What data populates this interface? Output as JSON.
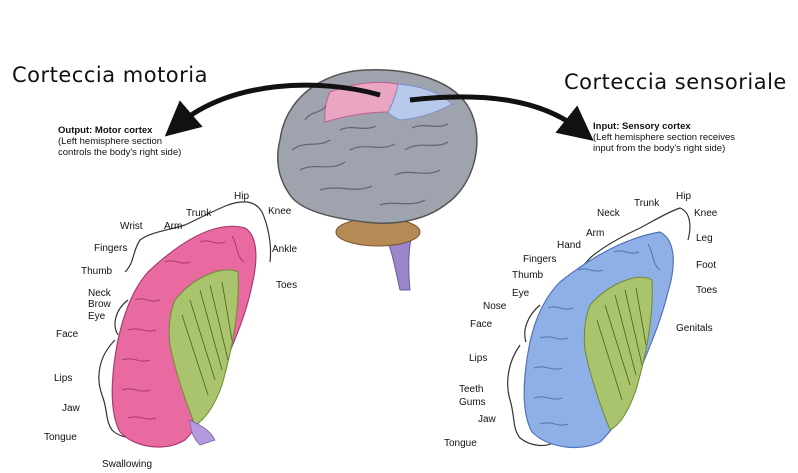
{
  "titles": {
    "motor": "Corteccia motoria",
    "sensory": "Corteccia sensoriale"
  },
  "captions": {
    "motor_head": "Output: Motor cortex",
    "motor_body_1": "(Left hemisphere section",
    "motor_body_2": "controls the body's right side)",
    "sensory_head": "Input: Sensory cortex",
    "sensory_body_1": "(Left hemisphere section receives",
    "sensory_body_2": "input from the body's right side)"
  },
  "motor_labels": {
    "trunk": "Trunk",
    "hip": "Hip",
    "knee": "Knee",
    "wrist": "Wrist",
    "arm": "Arm",
    "fingers": "Fingers",
    "ankle": "Ankle",
    "thumb": "Thumb",
    "toes": "Toes",
    "neck": "Neck",
    "brow": "Brow",
    "eye": "Eye",
    "face": "Face",
    "lips": "Lips",
    "jaw": "Jaw",
    "tongue": "Tongue",
    "swallowing": "Swallowing"
  },
  "sensory_labels": {
    "trunk": "Trunk",
    "hip": "Hip",
    "neck": "Neck",
    "knee": "Knee",
    "arm": "Arm",
    "hand": "Hand",
    "leg": "Leg",
    "fingers": "Fingers",
    "thumb": "Thumb",
    "foot": "Foot",
    "eye": "Eye",
    "toes": "Toes",
    "nose": "Nose",
    "face": "Face",
    "genitals": "Genitals",
    "lips": "Lips",
    "teeth": "Teeth",
    "gums": "Gums",
    "jaw": "Jaw",
    "tongue": "Tongue"
  },
  "colors": {
    "motor_strip": "#e86aa0",
    "sensory_strip": "#8fb0e6",
    "white_matter": "#a9c46c",
    "brain": "#9ea3ad",
    "brainstem": "#9a86c8",
    "cerebellum": "#b58a55"
  }
}
